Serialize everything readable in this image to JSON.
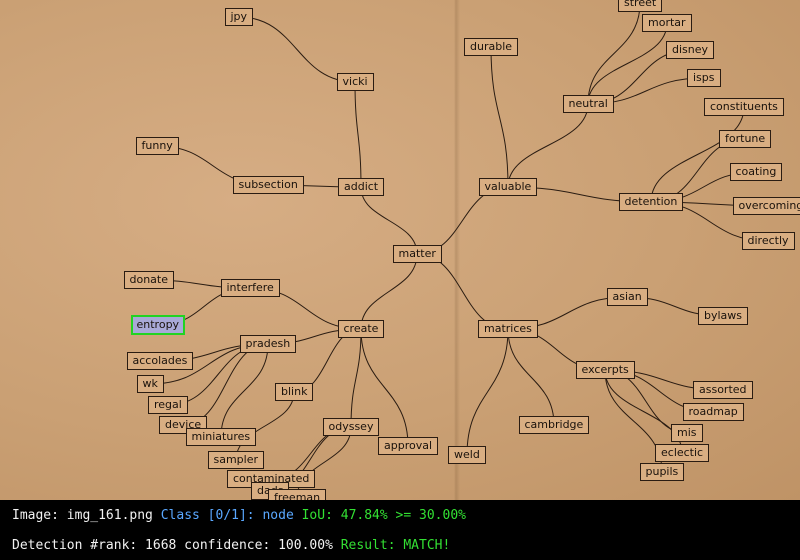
{
  "nodes": [
    {
      "id": "jpy",
      "label": "jpy"
    },
    {
      "id": "street",
      "label": "street"
    },
    {
      "id": "mortar",
      "label": "mortar"
    },
    {
      "id": "durable",
      "label": "durable"
    },
    {
      "id": "disney",
      "label": "disney"
    },
    {
      "id": "vicki",
      "label": "vicki"
    },
    {
      "id": "isps",
      "label": "isps"
    },
    {
      "id": "neutral",
      "label": "neutral"
    },
    {
      "id": "constituents",
      "label": "constituents"
    },
    {
      "id": "funny",
      "label": "funny"
    },
    {
      "id": "fortune",
      "label": "fortune"
    },
    {
      "id": "coating",
      "label": "coating"
    },
    {
      "id": "subsection",
      "label": "subsection"
    },
    {
      "id": "addict",
      "label": "addict"
    },
    {
      "id": "valuable",
      "label": "valuable"
    },
    {
      "id": "detention",
      "label": "detention"
    },
    {
      "id": "overcoming",
      "label": "overcoming"
    },
    {
      "id": "directly",
      "label": "directly"
    },
    {
      "id": "matter",
      "label": "matter"
    },
    {
      "id": "donate",
      "label": "donate"
    },
    {
      "id": "interfere",
      "label": "interfere"
    },
    {
      "id": "asian",
      "label": "asian"
    },
    {
      "id": "bylaws",
      "label": "bylaws"
    },
    {
      "id": "entropy",
      "label": "entropy",
      "highlight": true
    },
    {
      "id": "create",
      "label": "create"
    },
    {
      "id": "matrices",
      "label": "matrices"
    },
    {
      "id": "pradesh",
      "label": "pradesh"
    },
    {
      "id": "accolades",
      "label": "accolades"
    },
    {
      "id": "excerpts",
      "label": "excerpts"
    },
    {
      "id": "wk",
      "label": "wk"
    },
    {
      "id": "blink",
      "label": "blink"
    },
    {
      "id": "assorted",
      "label": "assorted"
    },
    {
      "id": "regal",
      "label": "regal"
    },
    {
      "id": "roadmap",
      "label": "roadmap"
    },
    {
      "id": "device",
      "label": "device"
    },
    {
      "id": "odyssey",
      "label": "odyssey"
    },
    {
      "id": "cambridge",
      "label": "cambridge"
    },
    {
      "id": "miniatures",
      "label": "miniatures"
    },
    {
      "id": "mis",
      "label": "mis"
    },
    {
      "id": "approval",
      "label": "approval"
    },
    {
      "id": "weld",
      "label": "weld"
    },
    {
      "id": "eclectic",
      "label": "eclectic"
    },
    {
      "id": "sampler",
      "label": "sampler"
    },
    {
      "id": "pupils",
      "label": "pupils"
    },
    {
      "id": "contaminated",
      "label": "contaminated"
    },
    {
      "id": "dads",
      "label": "dads"
    },
    {
      "id": "freeman",
      "label": "freeman"
    }
  ],
  "edges": [
    [
      "jpy",
      "vicki"
    ],
    [
      "vicki",
      "addict"
    ],
    [
      "subsection",
      "addict"
    ],
    [
      "funny",
      "subsection"
    ],
    [
      "addict",
      "matter"
    ],
    [
      "matter",
      "valuable"
    ],
    [
      "valuable",
      "durable"
    ],
    [
      "valuable",
      "neutral"
    ],
    [
      "neutral",
      "street"
    ],
    [
      "neutral",
      "mortar"
    ],
    [
      "neutral",
      "disney"
    ],
    [
      "neutral",
      "isps"
    ],
    [
      "valuable",
      "detention"
    ],
    [
      "detention",
      "constituents"
    ],
    [
      "detention",
      "fortune"
    ],
    [
      "detention",
      "coating"
    ],
    [
      "detention",
      "overcoming"
    ],
    [
      "detention",
      "directly"
    ],
    [
      "matter",
      "create"
    ],
    [
      "create",
      "interfere"
    ],
    [
      "interfere",
      "donate"
    ],
    [
      "interfere",
      "entropy"
    ],
    [
      "create",
      "pradesh"
    ],
    [
      "pradesh",
      "accolades"
    ],
    [
      "pradesh",
      "wk"
    ],
    [
      "pradesh",
      "regal"
    ],
    [
      "pradesh",
      "device"
    ],
    [
      "pradesh",
      "miniatures"
    ],
    [
      "create",
      "blink"
    ],
    [
      "blink",
      "sampler"
    ],
    [
      "create",
      "odyssey"
    ],
    [
      "odyssey",
      "contaminated"
    ],
    [
      "odyssey",
      "dads"
    ],
    [
      "odyssey",
      "freeman"
    ],
    [
      "create",
      "approval"
    ],
    [
      "matter",
      "matrices"
    ],
    [
      "matrices",
      "asian"
    ],
    [
      "asian",
      "bylaws"
    ],
    [
      "matrices",
      "excerpts"
    ],
    [
      "excerpts",
      "assorted"
    ],
    [
      "excerpts",
      "roadmap"
    ],
    [
      "excerpts",
      "mis"
    ],
    [
      "excerpts",
      "eclectic"
    ],
    [
      "excerpts",
      "pupils"
    ],
    [
      "matrices",
      "cambridge"
    ],
    [
      "matrices",
      "weld"
    ]
  ],
  "status": {
    "line1": {
      "prefix": "Image: img_161.png",
      "class_text": "Class [0/1]: node",
      "iou_text": "IoU: 47.84% >= 30.00%"
    },
    "line2": {
      "detection_text": "Detection #rank: 1668 confidence: 100.00%",
      "result_text": "Result: MATCH!"
    }
  },
  "colors": {
    "background": "#caa074",
    "node_fill": "#d9ae82",
    "node_border": "#2a1c12",
    "edge": "#2a1c12",
    "highlight_fill": "#a9a9d8",
    "highlight_border": "#22d322",
    "status_white": "#f2f2f2",
    "status_blue": "#5aa8ff",
    "status_green": "#33e033"
  }
}
